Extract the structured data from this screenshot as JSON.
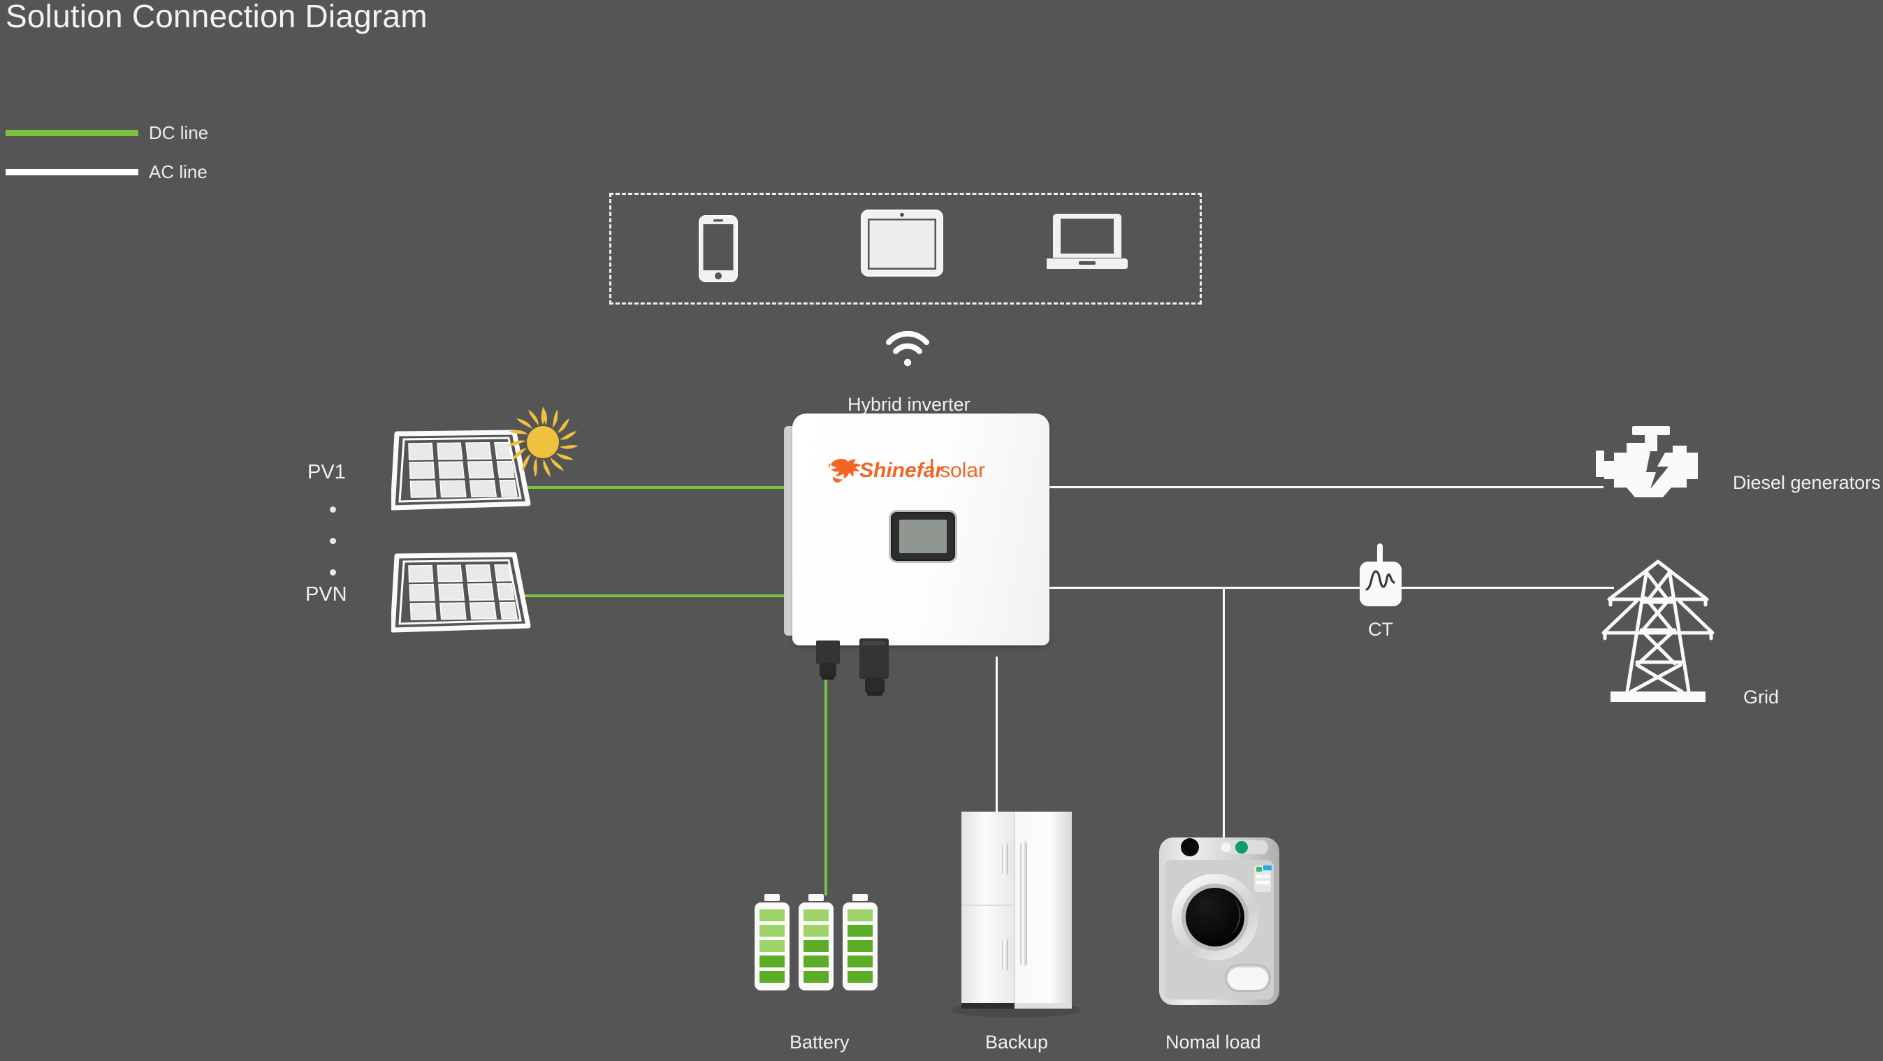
{
  "page": {
    "title": "Solution Connection Diagram",
    "background_color": "#555555"
  },
  "legend": {
    "items": [
      {
        "label": "DC line",
        "color": "#7cc242",
        "icon": "dc-line-swatch"
      },
      {
        "label": "AC line",
        "color": "#ffffff",
        "icon": "ac-line-swatch"
      }
    ]
  },
  "monitoring_devices": {
    "box_style": "dashed",
    "items": [
      {
        "icon": "smartphone-icon",
        "name": "smartphone"
      },
      {
        "icon": "tablet-icon",
        "name": "tablet"
      },
      {
        "icon": "laptop-icon",
        "name": "laptop"
      }
    ],
    "link_icon": "wifi-icon"
  },
  "nodes": {
    "hybrid_inverter": {
      "label": "Hybrid inverter",
      "brand": "Shinefar",
      "brand_suffix": "solar",
      "brand_color": "#F26522"
    },
    "pv_first": {
      "label": "PV1"
    },
    "pv_last": {
      "label": "PVN"
    },
    "ct": {
      "label": "CT"
    },
    "diesel_generators": {
      "label": "Diesel generators"
    },
    "grid": {
      "label": "Grid"
    },
    "battery": {
      "label": "Battery"
    },
    "backup": {
      "label": "Backup"
    },
    "normal_load": {
      "label": "Nomal load"
    }
  },
  "colors": {
    "dc_green": "#7cc242",
    "ac_white": "#fbfbfb",
    "background": "#555555",
    "text": "#f0f0f0",
    "sun_yellow": "#F0C13C",
    "battery_green_light": "#9ed36a",
    "battery_green_dark": "#5aad24"
  },
  "diagram_data": {
    "type": "diagram",
    "connections": [
      {
        "from": "pv_first",
        "to": "hybrid_inverter",
        "line": "DC"
      },
      {
        "from": "pv_last",
        "to": "hybrid_inverter",
        "line": "DC"
      },
      {
        "from": "hybrid_inverter",
        "to": "battery",
        "line": "DC"
      },
      {
        "from": "hybrid_inverter",
        "to": "diesel_generators",
        "line": "AC"
      },
      {
        "from": "hybrid_inverter",
        "to": "ct",
        "line": "AC"
      },
      {
        "from": "ct",
        "to": "grid",
        "line": "AC"
      },
      {
        "from": "hybrid_inverter",
        "to": "backup",
        "line": "AC"
      },
      {
        "from": "ac_bus",
        "to": "normal_load",
        "line": "AC"
      },
      {
        "from": "hybrid_inverter",
        "to": "monitoring_devices",
        "line": "WIFI"
      }
    ]
  }
}
